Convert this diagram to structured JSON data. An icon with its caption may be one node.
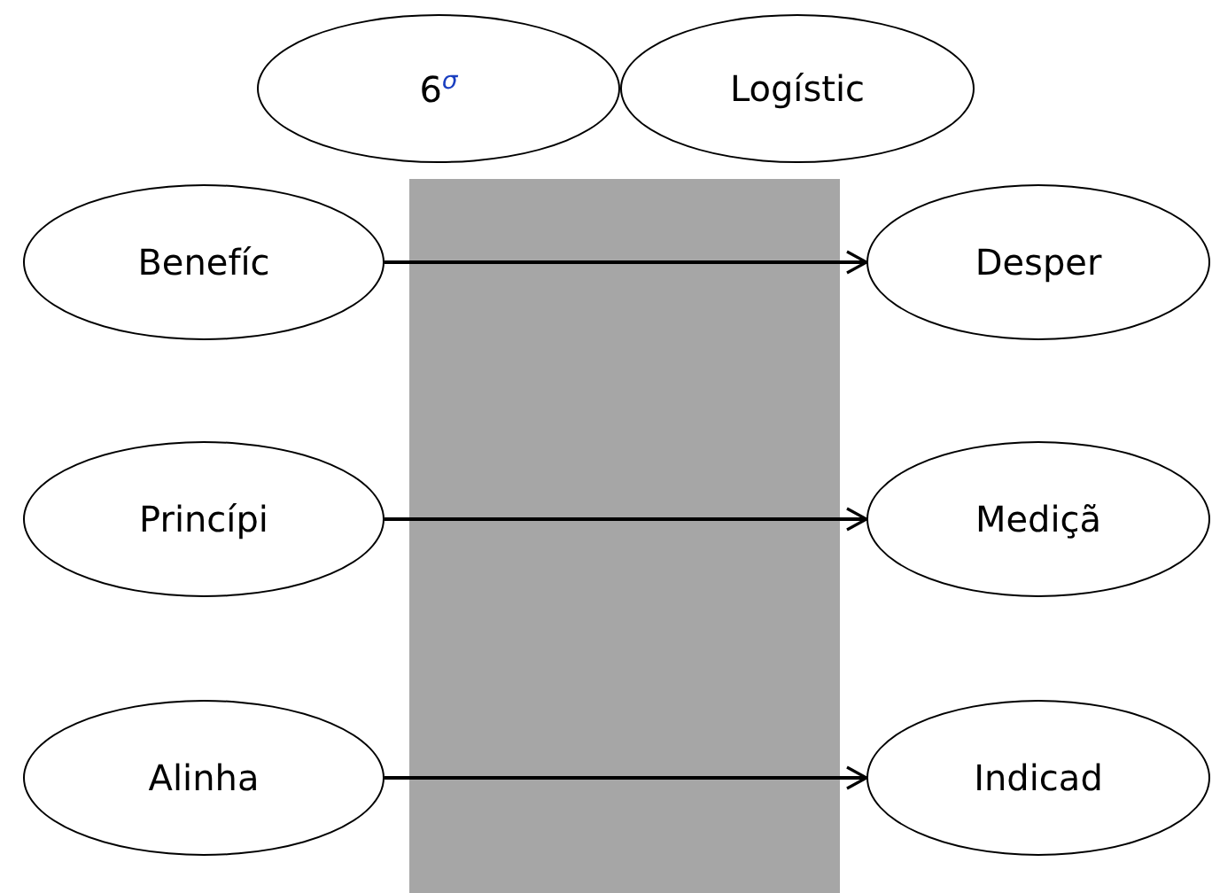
{
  "diagram": {
    "nodes": [
      {
        "text": [
          "6$^{σ}$"
        ]
      },
      {
        "text": [
          "Logístic"
        ]
      },
      {
        "text": [
          "Benefíc"
        ]
      },
      {
        "text": [
          "Desper"
        ]
      },
      {
        "text": [
          "Princípi"
        ]
      },
      {
        "text": [
          "Mediçã"
        ]
      },
      {
        "text": [
          "Alinha"
        ]
      },
      {
        "text": [
          "Indicad"
        ]
      }
    ],
    "edges": [
      {
        "from": 2,
        "to": 3,
        "arrow": "to"
      },
      {
        "from": 4,
        "to": 5,
        "arrow": "to"
      },
      {
        "from": 6,
        "to": 7,
        "arrow": "to"
      }
    ]
  }
}
